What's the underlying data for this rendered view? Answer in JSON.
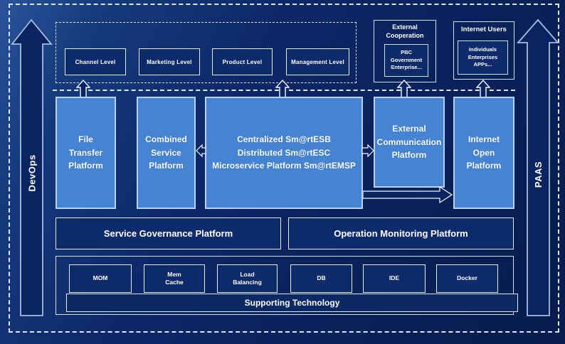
{
  "colors": {
    "background_navy": "#0a2462",
    "panel_navy": "#0d2b6a",
    "accent_blue": "#4584d3",
    "border_light": "#cfe0f2",
    "text_white": "#ffffff"
  },
  "rails": {
    "devops": "DevOps",
    "paas": "PAAS"
  },
  "levels": {
    "items": [
      "Channel Level",
      "Marketing Level",
      "Product Level",
      "Management Level"
    ]
  },
  "external_cooperation": {
    "title": "External\nCooperation",
    "member": "PBC Government\nEnterprise..."
  },
  "internet_users": {
    "title": "Internet Users",
    "member": "Individuals\nEnterprises\nAPPs..."
  },
  "platforms": {
    "file_transfer": "File\nTransfer\nPlatform",
    "combined_service": "Combined\nService\nPlatform",
    "central_bus": "Centralized Sm@rtESB\nDistributed Sm@rtESC\nMicroservice Platform Sm@rtEMSP",
    "external_communication": "External\nCommunication\nPlatform",
    "internet_open": "Internet\nOpen\nPlatform",
    "service_governance": "Service Governance Platform",
    "operation_monitoring": "Operation Monitoring Platform"
  },
  "supporting": {
    "items": [
      "MOM",
      "Mem\nCache",
      "Load\nBalancing",
      "DB",
      "IDE",
      "Docker"
    ],
    "bar_label": "Supporting Technology"
  }
}
